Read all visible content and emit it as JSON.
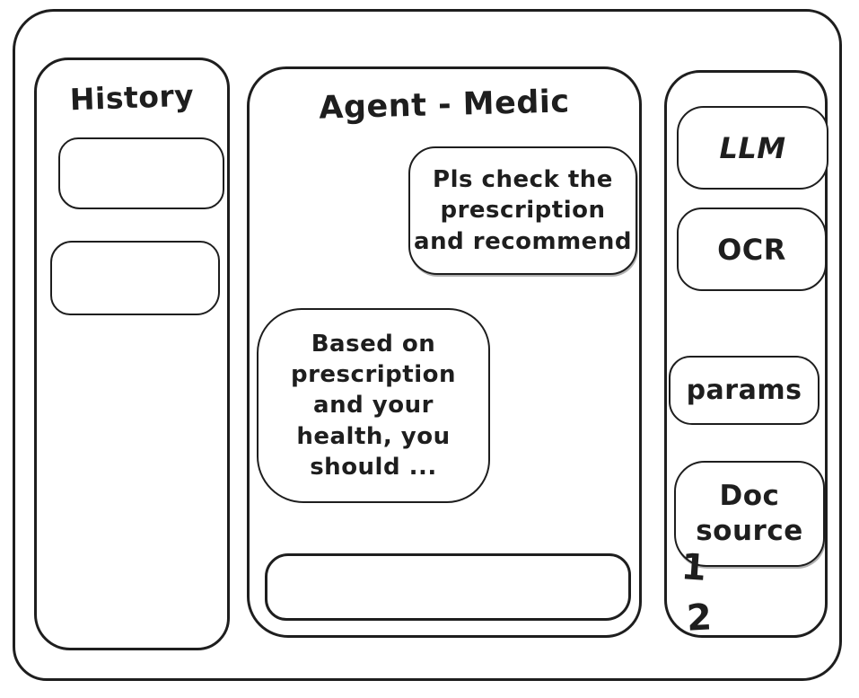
{
  "app": {
    "stroke_color": "#1e1e1e",
    "background": "#ffffff"
  },
  "history_panel": {
    "title": "History",
    "items": [
      {
        "label": ""
      },
      {
        "label": ""
      }
    ]
  },
  "chat_panel": {
    "title": "Agent - Medic",
    "messages": [
      {
        "role": "user",
        "text": "Pls check the\nprescription\nand recommend"
      },
      {
        "role": "assistant",
        "text": "Based on\nprescription\nand your\nhealth, you\nshould ..."
      }
    ],
    "input": {
      "value": "",
      "placeholder": ""
    }
  },
  "tools_panel": {
    "buttons": [
      {
        "label": "LLM"
      },
      {
        "label": "OCR"
      },
      {
        "label": "params"
      },
      {
        "label": "Doc\nsource"
      }
    ],
    "doc_source_items": [
      "1",
      "2"
    ]
  }
}
